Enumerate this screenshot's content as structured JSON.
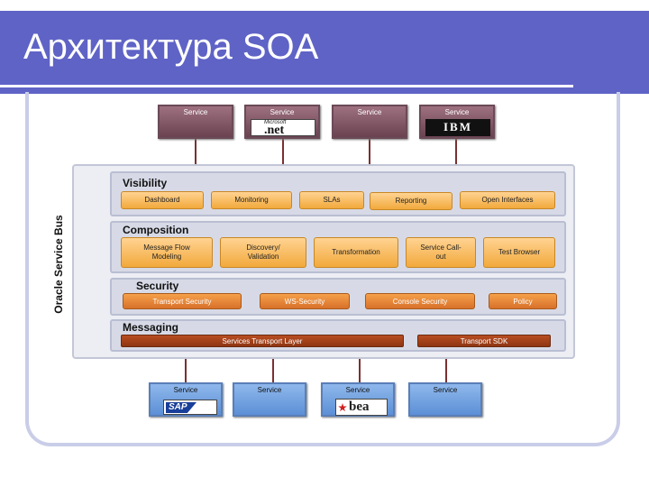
{
  "title": "Архитектура SOA",
  "bus_label": "Oracle Service Bus",
  "top_services": [
    {
      "label": "Service",
      "logo": ""
    },
    {
      "label": "Service",
      "logo": ".net",
      "logo_sub": "Microsoft"
    },
    {
      "label": "Service",
      "logo": ""
    },
    {
      "label": "Service",
      "logo": "IBM"
    }
  ],
  "bottom_services": [
    {
      "label": "Service",
      "logo": "SAP"
    },
    {
      "label": "Service",
      "logo": ""
    },
    {
      "label": "Service",
      "logo": "bea"
    },
    {
      "label": "Service",
      "logo": ""
    }
  ],
  "layers": {
    "visibility": {
      "title": "Visibility",
      "items": [
        "Dashboard",
        "Monitoring",
        "SLAs",
        "Reporting",
        "Open Interfaces"
      ]
    },
    "composition": {
      "title": "Composition",
      "items": [
        "Message Flow\nModeling",
        "Discovery/\nValidation",
        "Transformation",
        "Service Call-\nout",
        "Test Browser"
      ]
    },
    "security": {
      "title": "Security",
      "items": [
        "Transport Security",
        "WS-Security",
        "Console Security",
        "Policy"
      ]
    },
    "messaging": {
      "title": "Messaging",
      "items": [
        "Services Transport Layer",
        "Transport SDK"
      ]
    }
  },
  "colors": {
    "title_bar": "#5f63c6",
    "top_service": "#7a5060",
    "bottom_service": "#6f9be0",
    "pill": "#f7b85a",
    "security_pill": "#e48434",
    "messaging_pill": "#a3401a"
  }
}
